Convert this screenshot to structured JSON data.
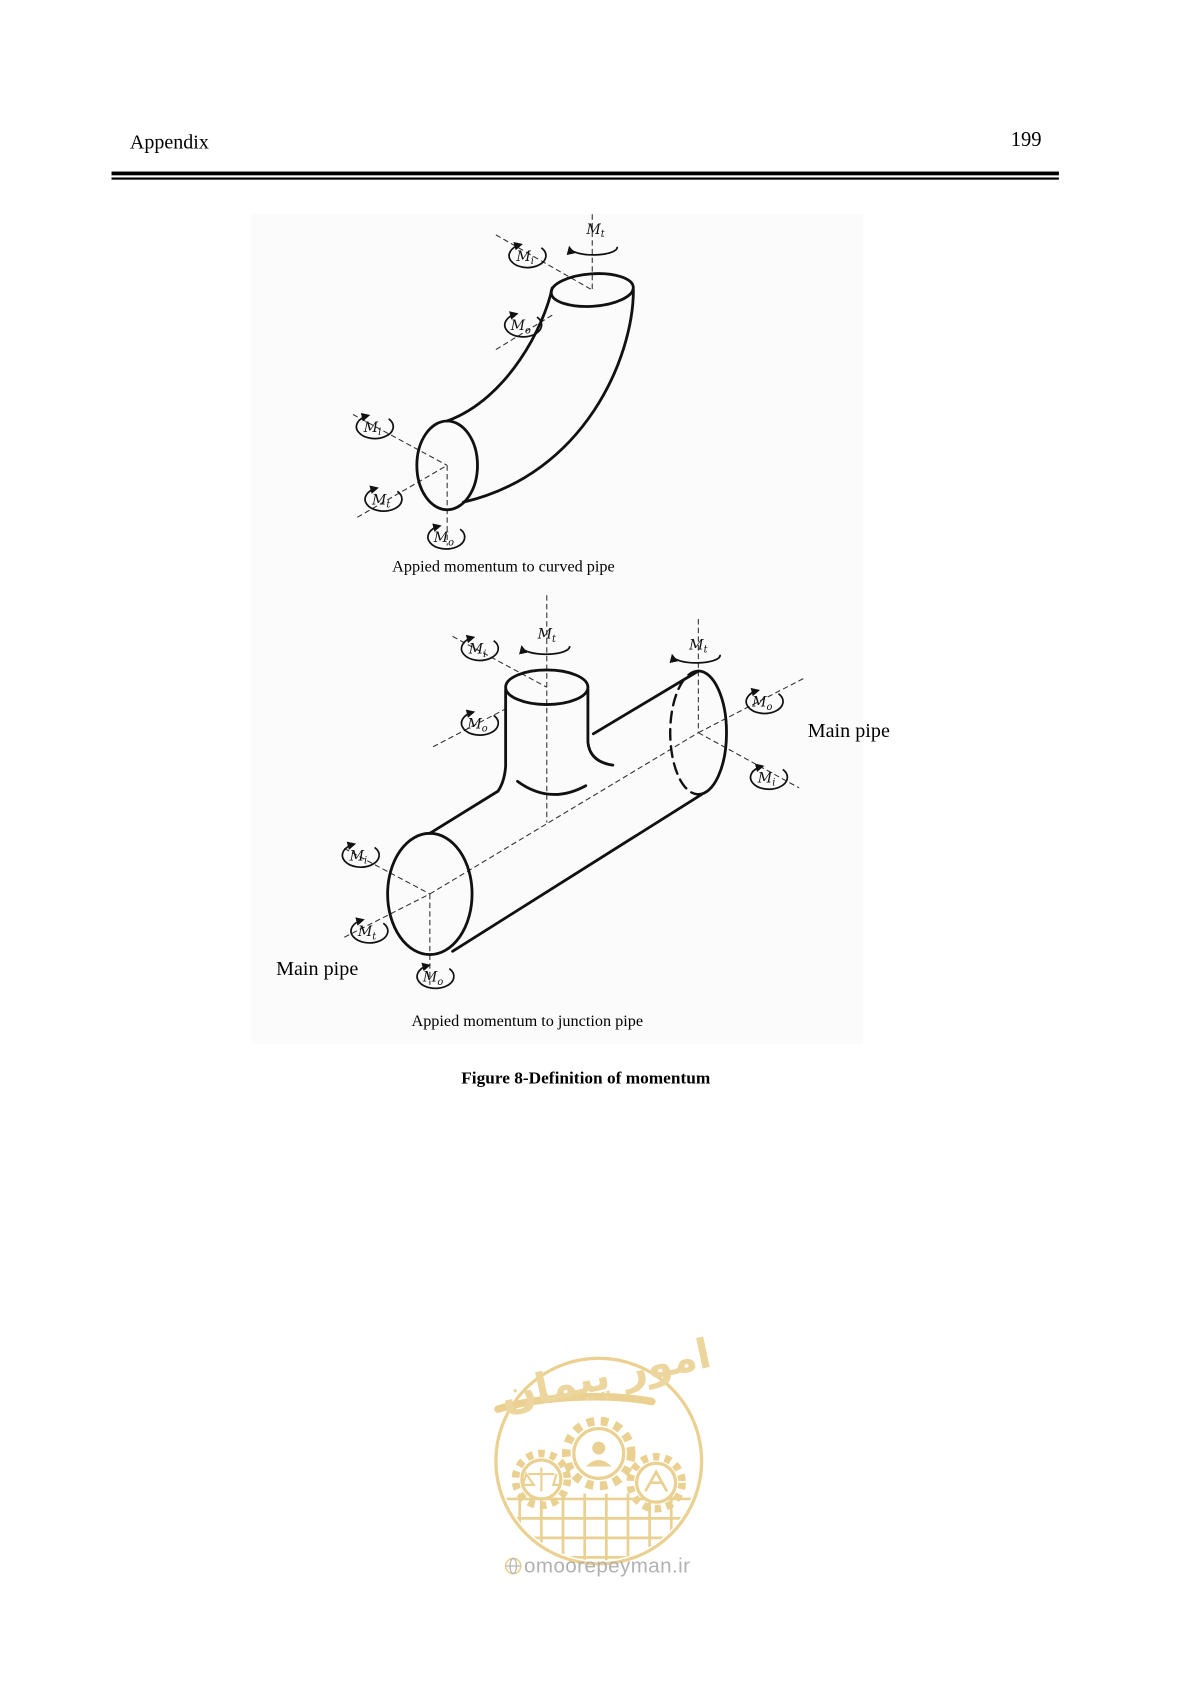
{
  "header": {
    "section": "Appendix",
    "page_number": "199"
  },
  "figure": {
    "curved_pipe": {
      "caption": "Appied momentum to curved pipe",
      "moments": [
        {
          "symbol": "M",
          "sub": "t"
        },
        {
          "symbol": "M",
          "sub": "i"
        },
        {
          "symbol": "M",
          "sub": "o"
        },
        {
          "symbol": "M",
          "sub": "i"
        },
        {
          "symbol": "M",
          "sub": "t"
        },
        {
          "symbol": "M",
          "sub": "o"
        }
      ]
    },
    "junction_pipe": {
      "caption": "Appied momentum to junction pipe",
      "main_pipe_labels": [
        "Main pipe",
        "Main pipe"
      ],
      "moments": [
        {
          "symbol": "M",
          "sub": "i"
        },
        {
          "symbol": "M",
          "sub": "t"
        },
        {
          "symbol": "M",
          "sub": "o"
        },
        {
          "symbol": "M",
          "sub": "t"
        },
        {
          "symbol": "M",
          "sub": "o"
        },
        {
          "symbol": "M",
          "sub": "i"
        },
        {
          "symbol": "M",
          "sub": "i"
        },
        {
          "symbol": "M",
          "sub": "t"
        },
        {
          "symbol": "M",
          "sub": "o"
        }
      ]
    },
    "title": "Figure 8-Definition of momentum"
  },
  "watermark": {
    "logo_text": "امور پیمان",
    "website": "omoorepeyman.ir",
    "icon": "globe-icon"
  },
  "colors": {
    "text": "#000000",
    "line_art": "#111111",
    "watermark_gold": "#e8cd86",
    "watermark_text": "#a9a9a9"
  }
}
